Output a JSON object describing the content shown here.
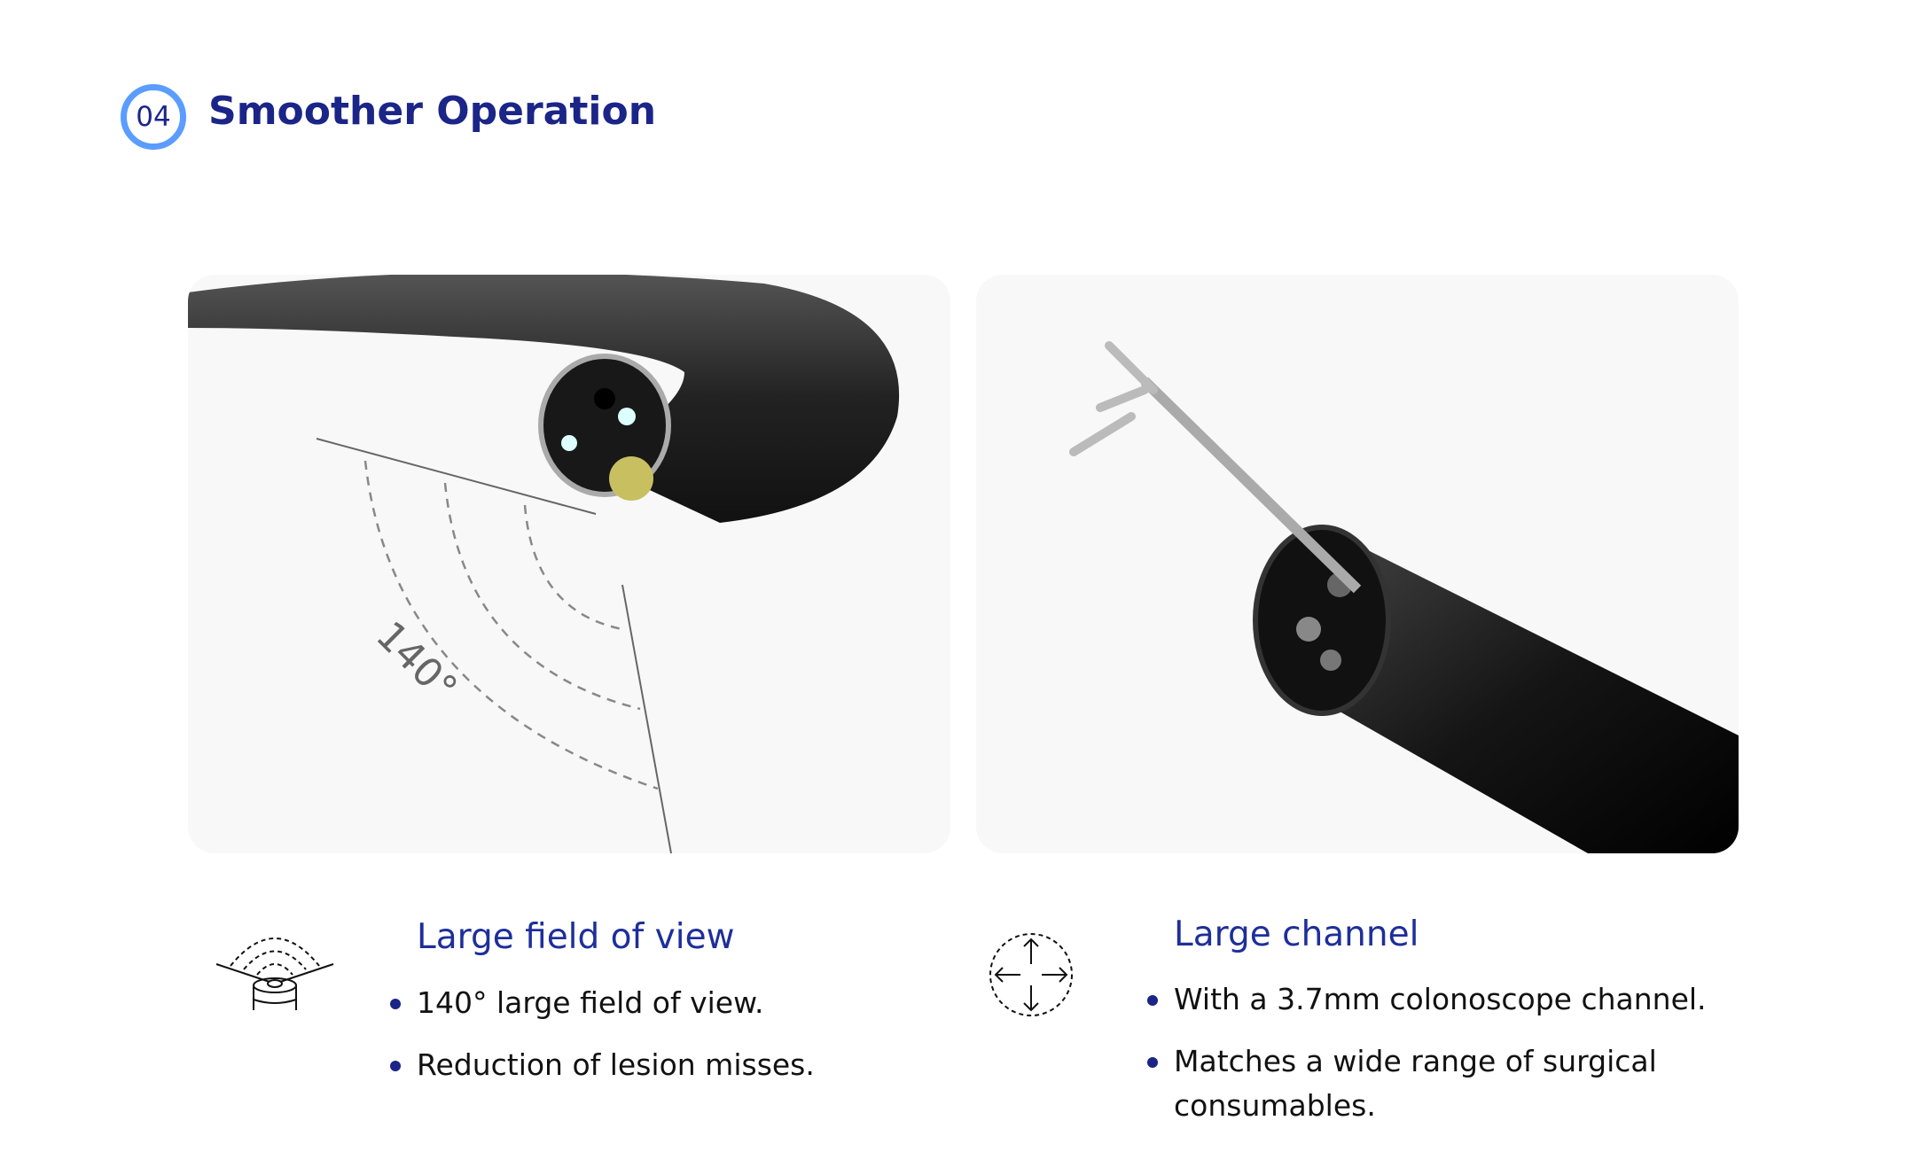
{
  "section": {
    "number": "04",
    "title": "Smoother Operation"
  },
  "images": {
    "left_angle_label": "140°"
  },
  "features": [
    {
      "heading": "Large field of view",
      "icon": "field-of-view-icon",
      "bullets": [
        "140° large field of view.",
        "Reduction of lesion misses."
      ]
    },
    {
      "heading": "Large channel",
      "icon": "directional-arrows-icon",
      "bullets": [
        "With a 3.7mm colonoscope channel.",
        "Matches a wide range of surgical consumables."
      ]
    }
  ],
  "colors": {
    "primary": "#1b2588",
    "accent": "#5b9cff",
    "card_bg": "#f8f8f8"
  }
}
